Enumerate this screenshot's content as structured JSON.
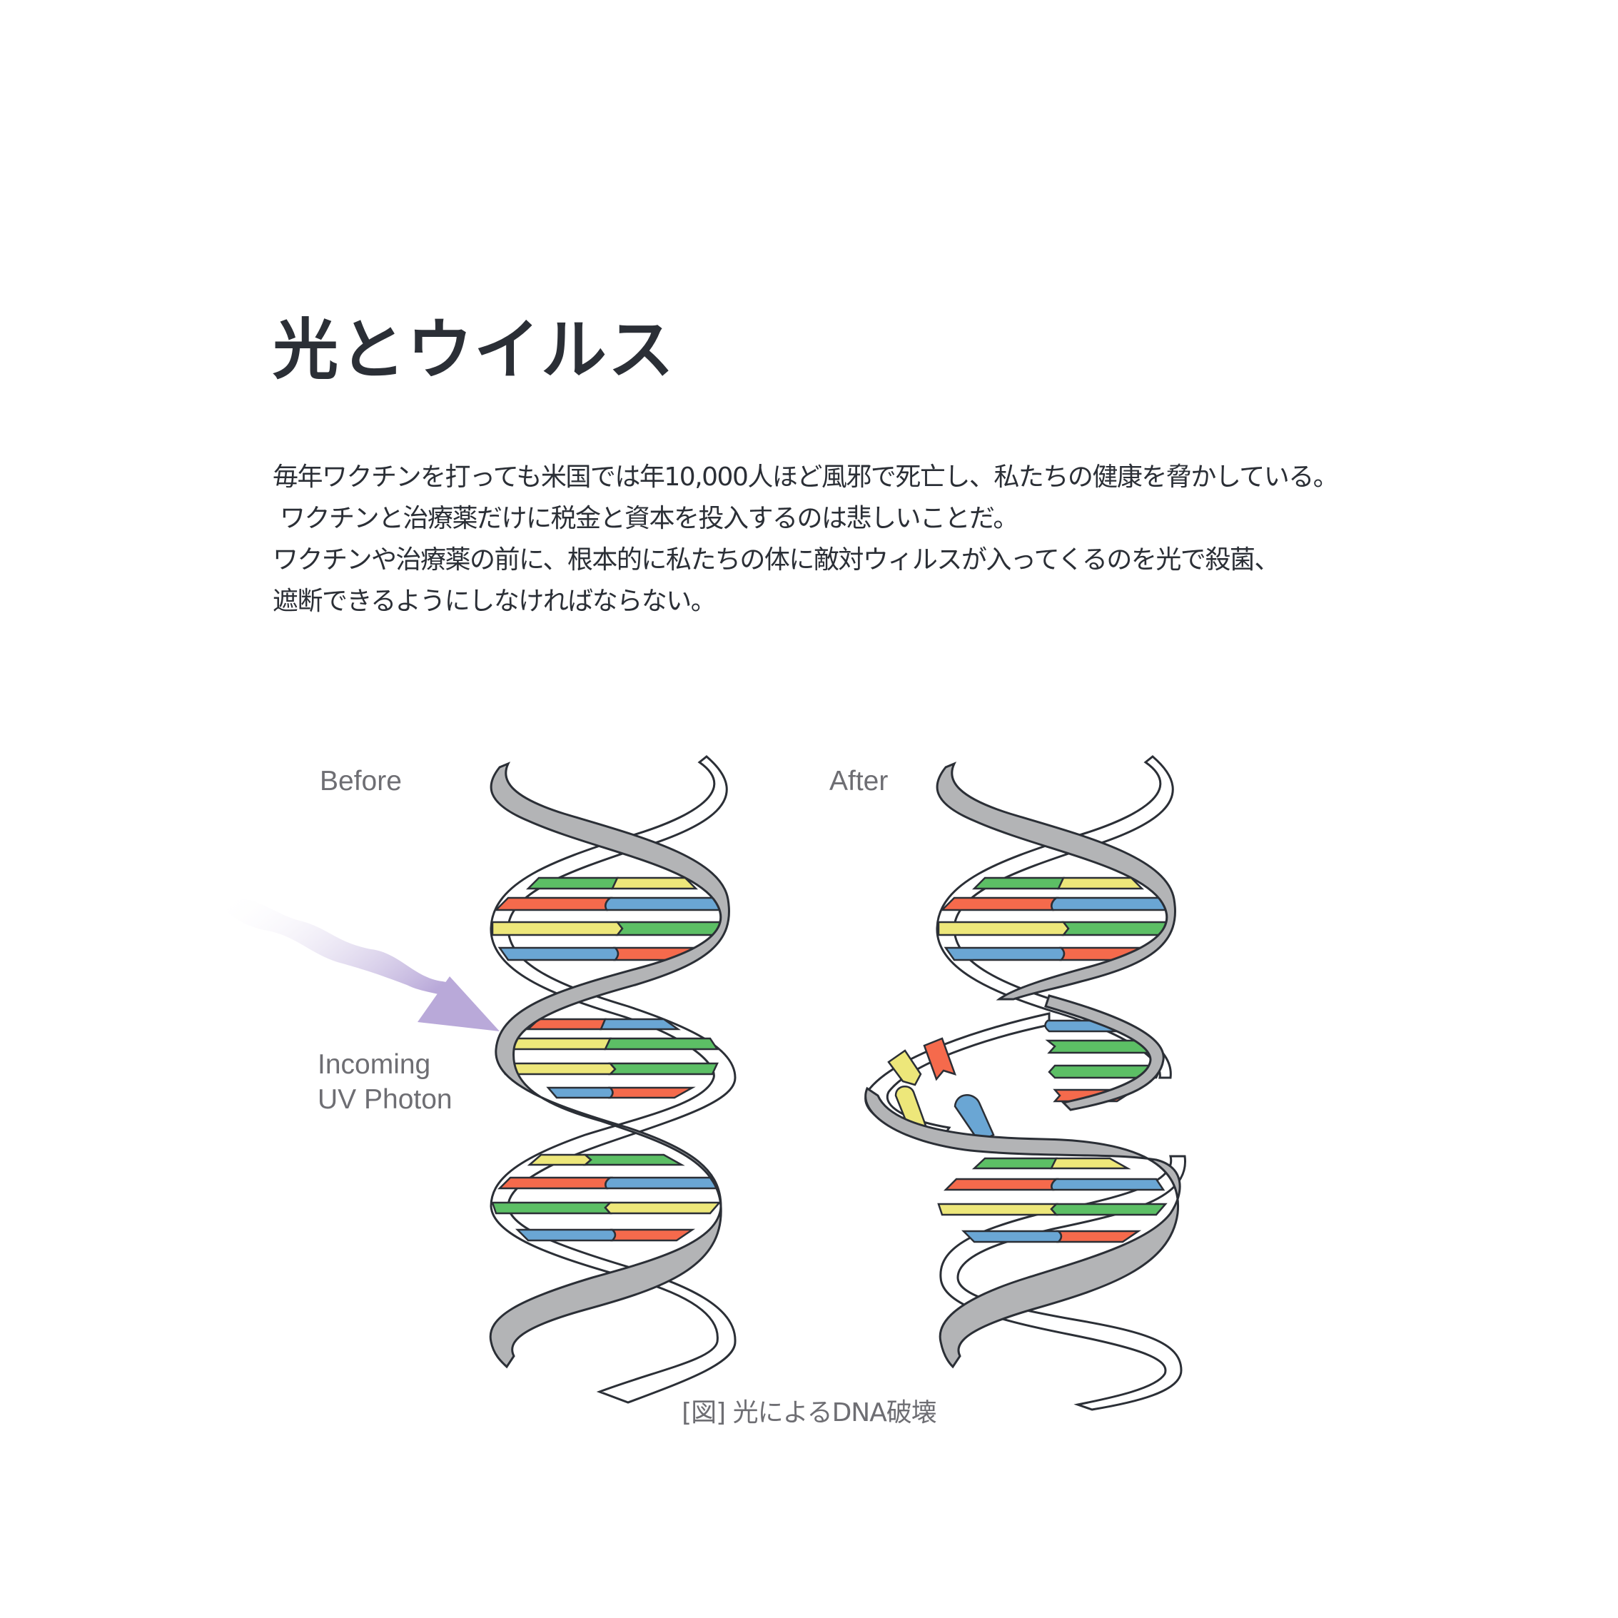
{
  "article": {
    "title": "光とウイルス",
    "paragraph_lines": [
      "毎年ワクチンを打っても米国では年10,000人ほど風邪で死亡し、私たちの健康を脅かしている。",
      " ワクチンと治療薬だけに税金と資本を投入するのは悲しいことだ。",
      "ワクチンや治療薬の前に、根本的に私たちの体に敵対ウィルスが入ってくるのを光で殺菌、",
      "遮断できるようにしなければならない。"
    ]
  },
  "figure": {
    "label_before": "Before",
    "label_after": "After",
    "photon_label_line1": "Incoming",
    "photon_label_line2": "UV Photon",
    "caption": "[図] 光によるDNA破壊",
    "colors": {
      "green": "#5cbf65",
      "yellow": "#ede77a",
      "red": "#f56a4c",
      "blue": "#6aa6d4",
      "strand_front": "#b3b4b6",
      "photon": "#b9a9d9"
    }
  }
}
